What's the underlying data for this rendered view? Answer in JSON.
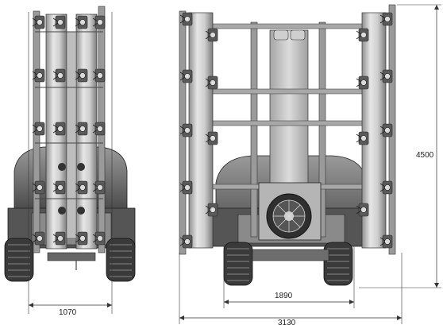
{
  "dimensions": {
    "left_width": "1070",
    "wheel_track": "1890",
    "total_width": "3130",
    "total_height": "4500"
  }
}
